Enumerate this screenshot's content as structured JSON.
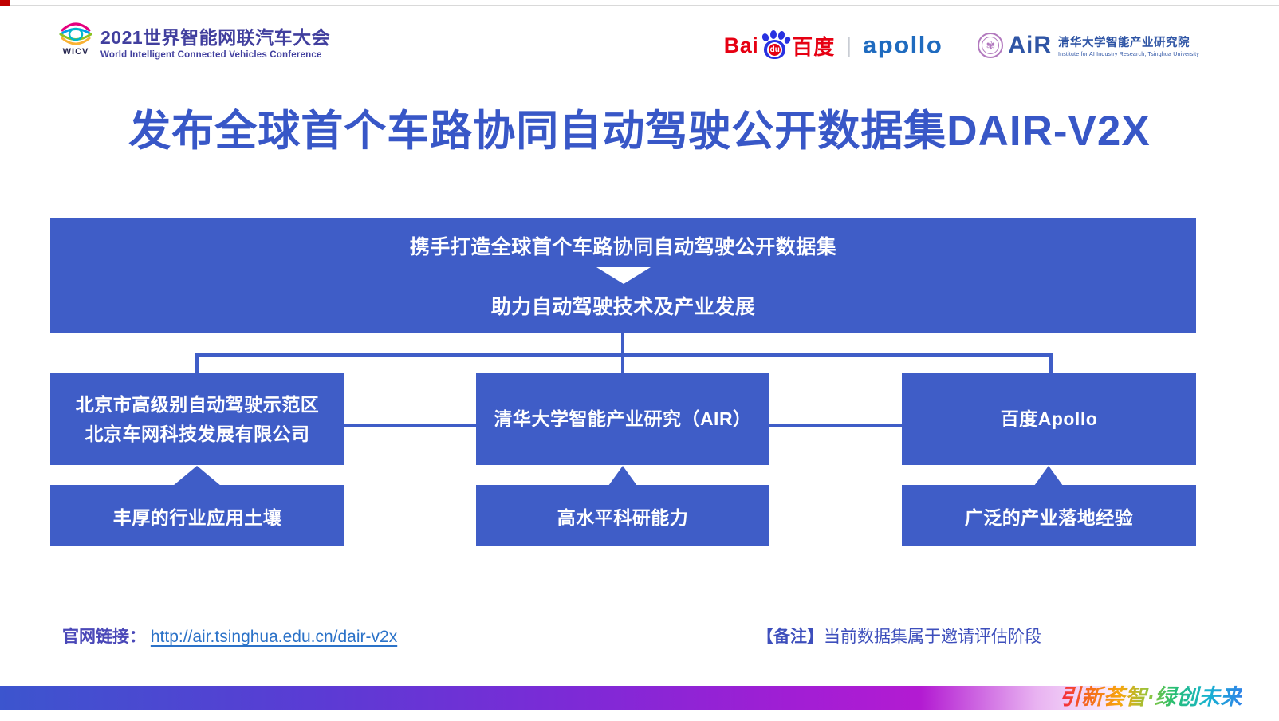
{
  "header": {
    "wicv": {
      "abbr": "WICV",
      "title": "2021世界智能网联汽车大会",
      "subtitle": "World Intelligent Connected Vehicles Conference"
    },
    "baidu": {
      "bai": "Bai",
      "du": "du",
      "cn": "百度"
    },
    "divider": "|",
    "apollo": "apollo",
    "air": {
      "abbr": "AiR",
      "cn": "清华大学智能产业研究院",
      "en": "Institute for AI Industry Research, Tsinghua University"
    }
  },
  "title": "发布全球首个车路协同自动驾驶公开数据集DAIR-V2X",
  "diagram": {
    "top_box": {
      "line1": "携手打造全球首个车路协同自动驾驶公开数据集",
      "line2": "助力自动驾驶技术及产业发展"
    },
    "columns": [
      {
        "org_lines": [
          "北京市高级别自动驾驶示范区",
          "北京车网科技发展有限公司"
        ],
        "strength": "丰厚的行业应用土壤"
      },
      {
        "org_lines": [
          "清华大学智能产业研究（AIR）"
        ],
        "strength": "高水平科研能力"
      },
      {
        "org_lines": [
          "百度Apollo"
        ],
        "strength": "广泛的产业落地经验"
      }
    ]
  },
  "footer": {
    "link_label": "官网链接",
    "colon": "：",
    "link_url": "http://air.tsinghua.edu.cn/dair-v2x",
    "note_label": "【备注】",
    "note_text": "当前数据集属于邀请评估阶段",
    "slogan": "引新荟智·绿创未来"
  },
  "colors": {
    "box_blue": "#3f5dc7",
    "title_blue": "#3857c7",
    "wicv_indigo": "#413f9e",
    "baidu_red": "#e60012",
    "baidu_paw_blue": "#2932e1",
    "apollo_blue": "#1f6bbf",
    "air_blue": "#2f55a5",
    "emblem_purple": "#b279be",
    "link_label_indigo": "#4a48b8",
    "link_blue": "#2b72c8",
    "note_blue": "#3e4fbc"
  }
}
